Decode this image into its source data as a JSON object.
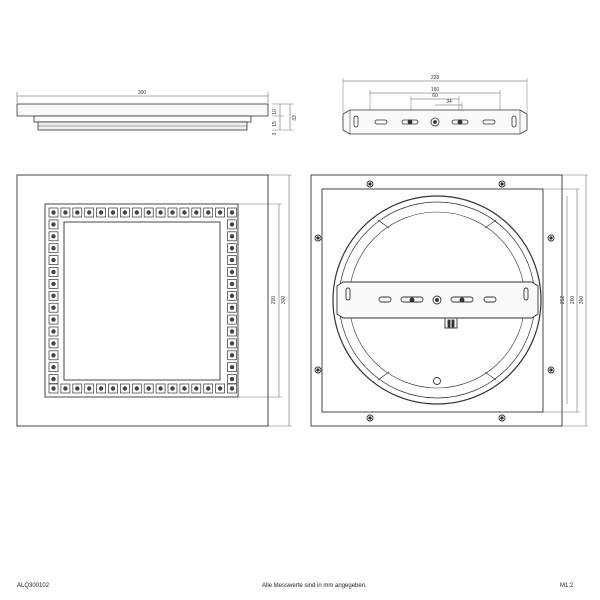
{
  "drawing": {
    "front_view": {
      "width_label": "300",
      "heights": [
        "10",
        "15",
        "3",
        "33"
      ]
    },
    "bracket_view": {
      "overall": "228",
      "dims": [
        "160",
        "60",
        "34"
      ]
    },
    "top_view": {
      "led_area": "200",
      "overall": "300"
    },
    "back_view": {
      "dims": [
        "252",
        "260",
        "300"
      ]
    }
  },
  "footer": {
    "code": "ALQ300102",
    "note": "Alle Messwerte sind in mm angegeben.",
    "scale": "M1:2"
  },
  "colors": {
    "line": "#333333",
    "dim": "#555555",
    "fill": "#f2f2f2"
  }
}
